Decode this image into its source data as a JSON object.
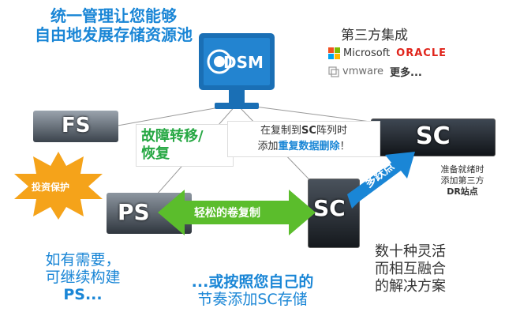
{
  "headline": {
    "line1": "统一管理让您能够",
    "line2": "自由地发展存储资源池"
  },
  "third_party": {
    "title": "第三方集成",
    "microsoft": "Microsoft",
    "oracle": "ORACLE",
    "vmware": "vmware",
    "more": "更多..."
  },
  "monitor": {
    "label": "DSM"
  },
  "servers": {
    "fs": "FS",
    "ps": "PS",
    "sc_main": "SC",
    "sc_dr": "SC"
  },
  "callouts": {
    "failover_line1": "故障转移/",
    "failover_line2": "恢复",
    "dedupe_line1_pre": "在复制到",
    "dedupe_line1_em": "SC",
    "dedupe_line1_post": "阵列时",
    "dedupe_line2_pre": "添加",
    "dedupe_line2_em": "重复数据删除",
    "dedupe_line2_post": "！",
    "dr_line1": "准备就绪时",
    "dr_line2": "添加第三方",
    "dr_line3": "DR站点",
    "protect": "投资保护",
    "volume_replication": "轻松的卷复制",
    "multi_active": "多跃点"
  },
  "bottom": {
    "left_line1": "如有需要，",
    "left_line2": "可继续构建",
    "left_line3": "PS...",
    "mid_line1": "...或按照您自己的",
    "mid_line2": "节奏添加SC存储",
    "right_line1": "数十种灵活",
    "right_line2": "而相互融合",
    "right_line3": "的解决方案"
  },
  "colors": {
    "blue": "#1a86d6",
    "green": "#27a844",
    "arrow_green": "#5bbd2c",
    "sun": "#f5a31a",
    "oracle_red": "#e0241b"
  }
}
